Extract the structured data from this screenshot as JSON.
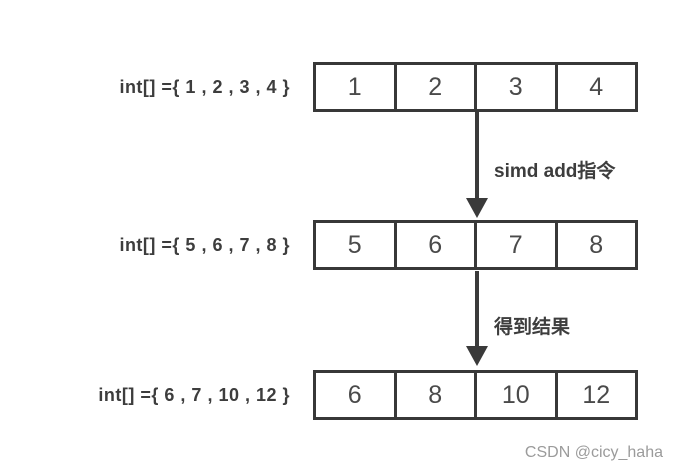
{
  "diagram": {
    "rows": [
      {
        "label": "int[] ={ 1 , 2 , 3 , 4 }",
        "cells": [
          "1",
          "2",
          "3",
          "4"
        ]
      },
      {
        "label": "int[] ={ 5 , 6 , 7 , 8 }",
        "cells": [
          "5",
          "6",
          "7",
          "8"
        ]
      },
      {
        "label": "int[] ={ 6 , 7 , 10 , 12 }",
        "cells": [
          "6",
          "8",
          "10",
          "12"
        ]
      }
    ],
    "arrows": [
      {
        "label": "simd add指令"
      },
      {
        "label": "得到结果"
      }
    ],
    "watermark": "CSDN @cicy_haha",
    "colors": {
      "border": "#383838",
      "arrow": "#3a3a3a",
      "label_text": "#3d3d3d",
      "cell_text": "#4a4a4a",
      "watermark_text": "#9b9b9b",
      "background": "#ffffff"
    }
  }
}
